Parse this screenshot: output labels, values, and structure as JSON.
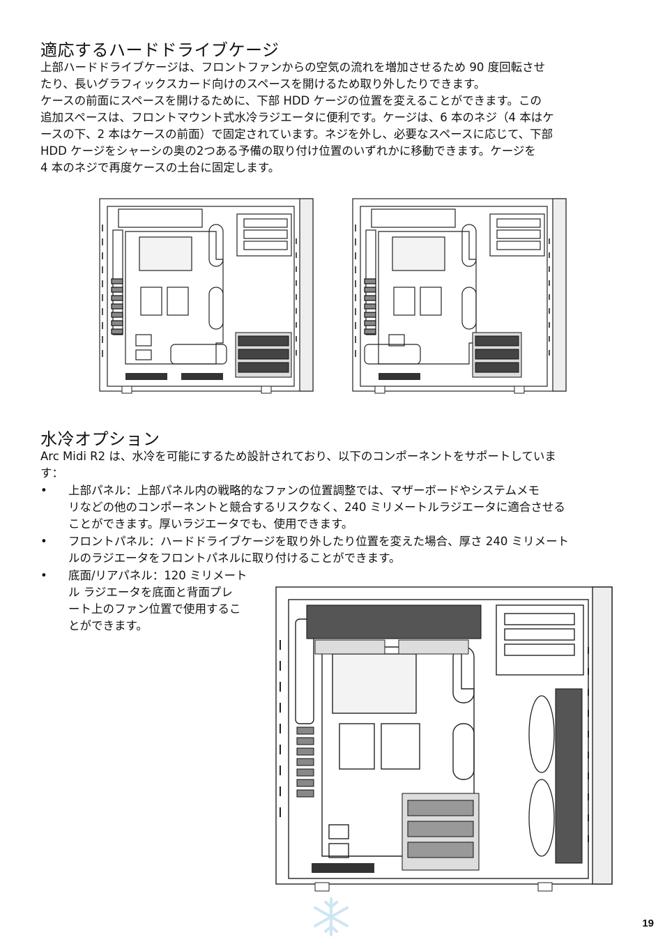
{
  "section1": {
    "heading": "適応するハードドライブケージ",
    "lines": [
      "上部ハードドライブケージは、フロントファンからの空気の流れを増加させるため 90 度回転させ",
      "たり、長いグラフィックスカード向けのスペースを開けるため取り外したりできます。",
      "ケースの前面にスペースを開けるために、下部 HDD ケージの位置を変えることができます。この",
      "追加スペースは、フロントマウント式水冷ラジエータに便利です。ケージは、6 本のネジ（4 本はケ",
      "ースの下、2 本はケースの前面）で固定されています。ネジを外し、必要なスペースに応じて、下部",
      "HDD ケージをシャーシの奥の2つある予備の取り付け位置のいずれかに移動できます。ケージを",
      "4 本のネジで再度ケースの土台に固定します。"
    ]
  },
  "section2": {
    "heading": "水冷オプション",
    "intro_lines": [
      "Arc Midi R2 は、水冷を可能にするため設計されており、以下のコンポーネントをサポートしていま",
      "す："
    ],
    "bullets": [
      {
        "symbol": "•",
        "lines": [
          "上部パネル：上部パネル内の戦略的なファンの位置調整では、マザーボードやシステムメモ",
          "リなどの他のコンポーネントと競合するリスクなく、240 ミリメートルラジエータに適合させる",
          "ことができます。厚いラジエータでも、使用できます。"
        ]
      },
      {
        "symbol": "•",
        "lines": [
          "フロントパネル：ハードドライブケージを取り外したり位置を変えた場合、厚さ 240 ミリメート",
          "ルのラジエータをフロントパネルに取り付けることができます。"
        ]
      },
      {
        "symbol": "•",
        "lines": [
          "底面/リアパネル：120 ミリメート",
          "ル ラジエータを底面と背面プレ",
          "ート上のファン位置で使用するこ",
          "とができます。"
        ]
      }
    ]
  },
  "page_number": "19",
  "icons": {
    "footer": "snowflake-icon",
    "snowflake_color": "#cfe6f3"
  }
}
